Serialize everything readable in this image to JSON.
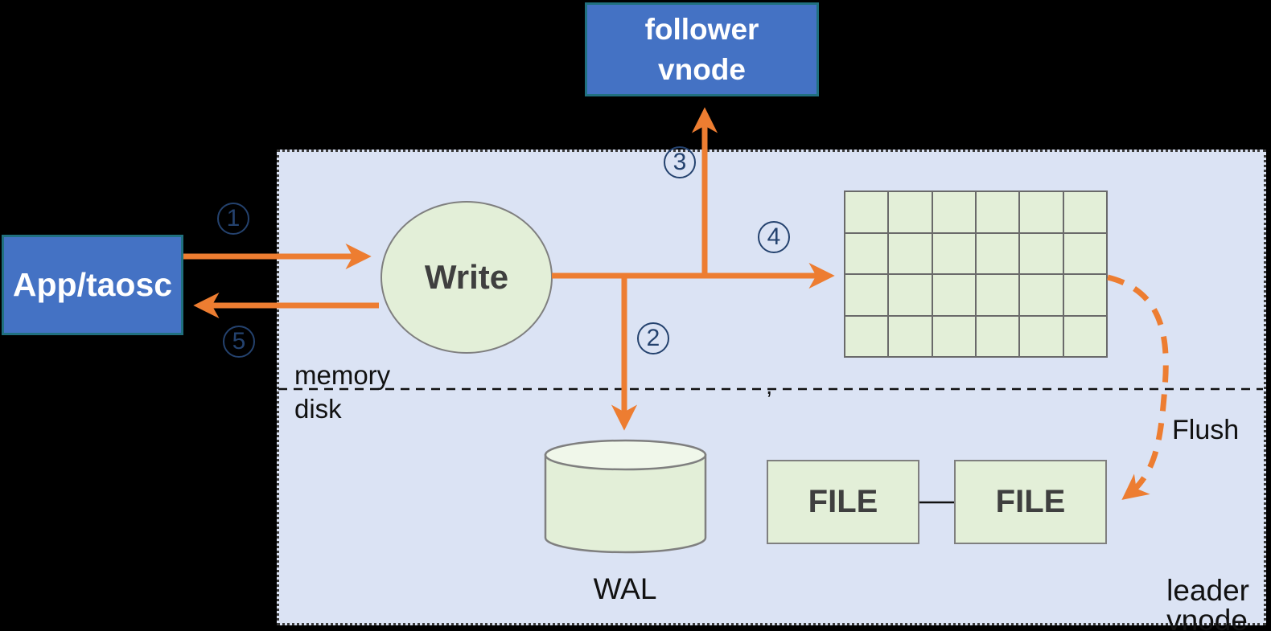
{
  "diagram": {
    "type": "architecture-flow",
    "description_visible_text_only": true
  },
  "boxes": {
    "app_taosc": "App/taosc",
    "follower_vnode": "follower\nvnode",
    "write": "Write",
    "wal": "WAL",
    "file_left": "FILE",
    "file_right": "FILE"
  },
  "labels": {
    "memory": "memory",
    "disk": "disk",
    "flush": "Flush",
    "leader_vnode": "leader vnode",
    "stray_mark": ","
  },
  "steps": [
    "1",
    "2",
    "3",
    "4",
    "5"
  ],
  "memtable": {
    "rows": 4,
    "cols": 6
  },
  "colors": {
    "background": "#000000",
    "vnode_fill": "#dbe3f4",
    "node_green": "#e3efd8",
    "node_blue": "#4472c4",
    "blue_border": "#20707f",
    "gray_border": "#7f7f7f",
    "arrow_orange": "#ed7d31",
    "step_navy": "#24426e",
    "text_dark": "#3f3f3f"
  }
}
